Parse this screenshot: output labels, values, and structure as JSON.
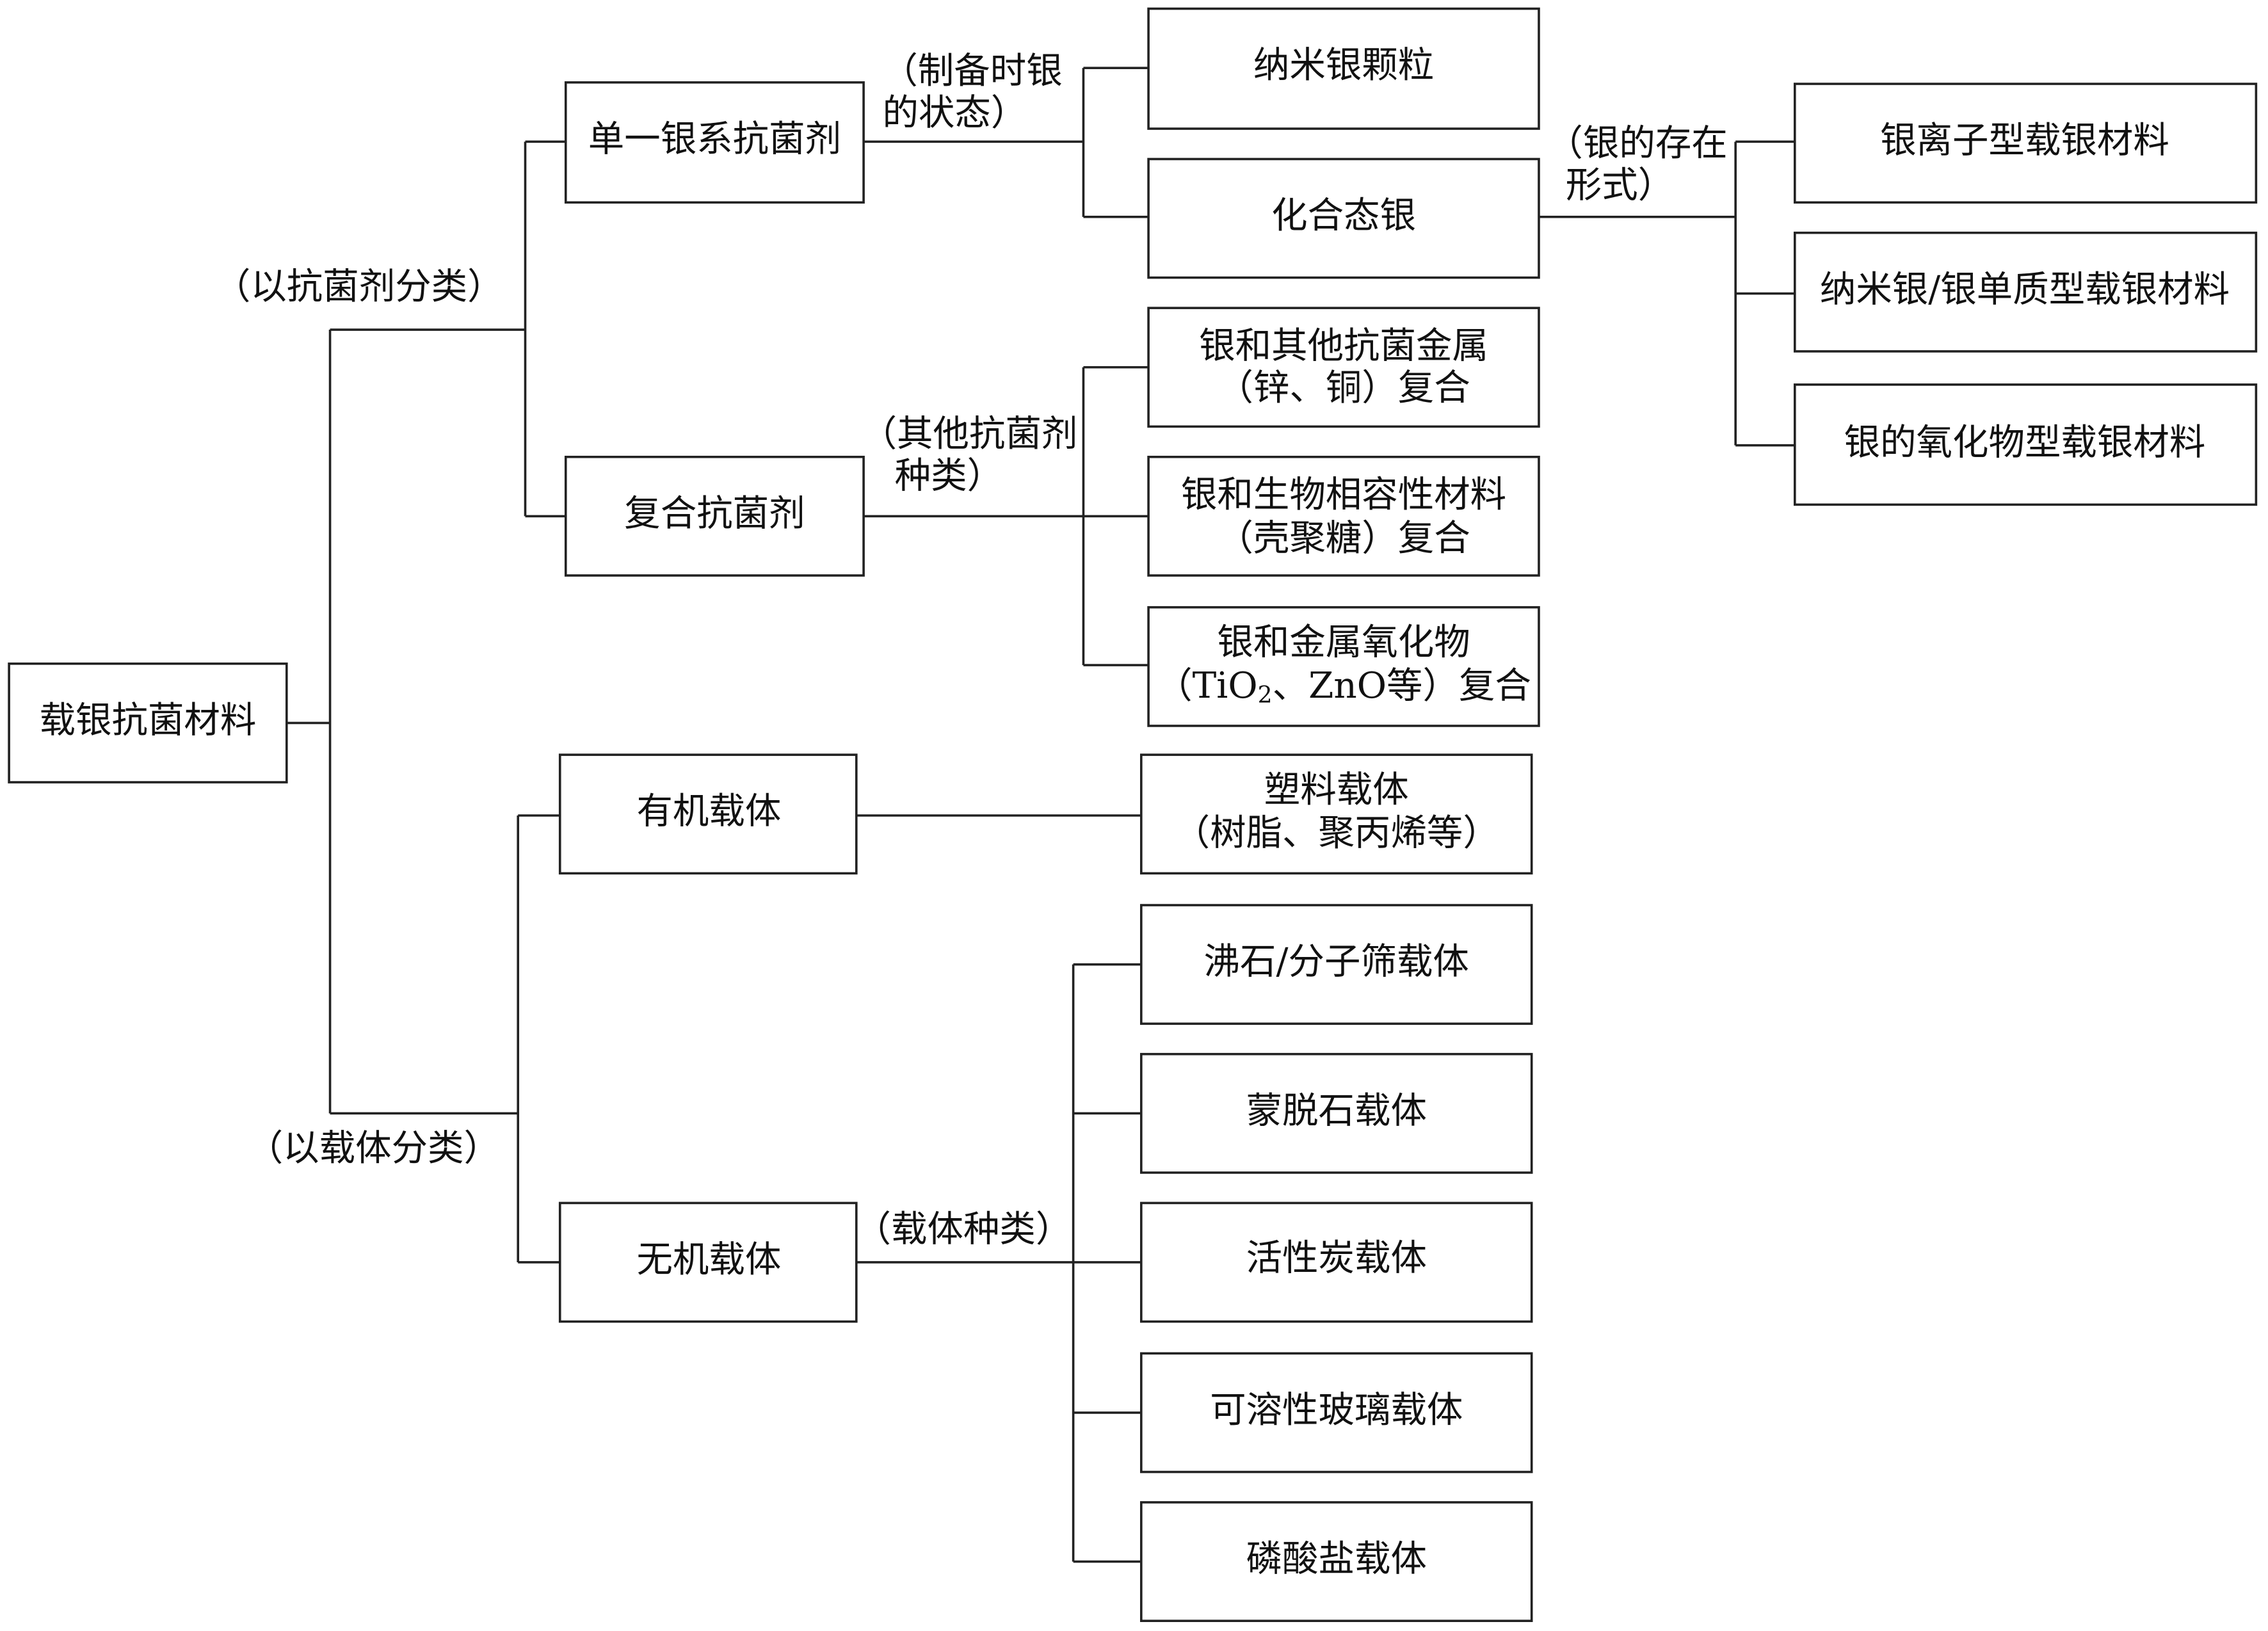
{
  "root": "载银抗菌材料",
  "branch_labels": {
    "by_agent": "（以抗菌剂分类）",
    "by_carrier": "（以载体分类）",
    "prep_state_1": "（制备时银",
    "prep_state_2": "的状态）",
    "exist_form_1": "（银的存在",
    "exist_form_2": "形式）",
    "other_agents_1": "（其他抗菌剂",
    "other_agents_2": "种类）",
    "carrier_types": "（载体种类）"
  },
  "level1": {
    "single_silver": "单一银系抗菌剂",
    "composite": "复合抗菌剂",
    "organic": "有机载体",
    "inorganic": "无机载体"
  },
  "single_children": [
    "纳米银颗粒",
    "化合态银"
  ],
  "compound_forms": [
    "银离子型载银材料",
    "纳米银/银单质型载银材料",
    "银的氧化物型载银材料"
  ],
  "composite_children": [
    {
      "line1": "银和其他抗菌金属",
      "line2": "（锌、铜）复合"
    },
    {
      "line1": "银和生物相容性材料",
      "line2": "（壳聚糖）复合"
    },
    {
      "line1": "银和金属氧化物",
      "line2a": "（TiO",
      "line2sub": "2",
      "line2b": "、ZnO等）复合"
    }
  ],
  "organic_children": [
    {
      "line1": "塑料载体",
      "line2": "（树脂、聚丙烯等）"
    }
  ],
  "inorganic_children": [
    "沸石/分子筛载体",
    "蒙脱石载体",
    "活性炭载体",
    "可溶性玻璃载体",
    "磷酸盐载体"
  ]
}
